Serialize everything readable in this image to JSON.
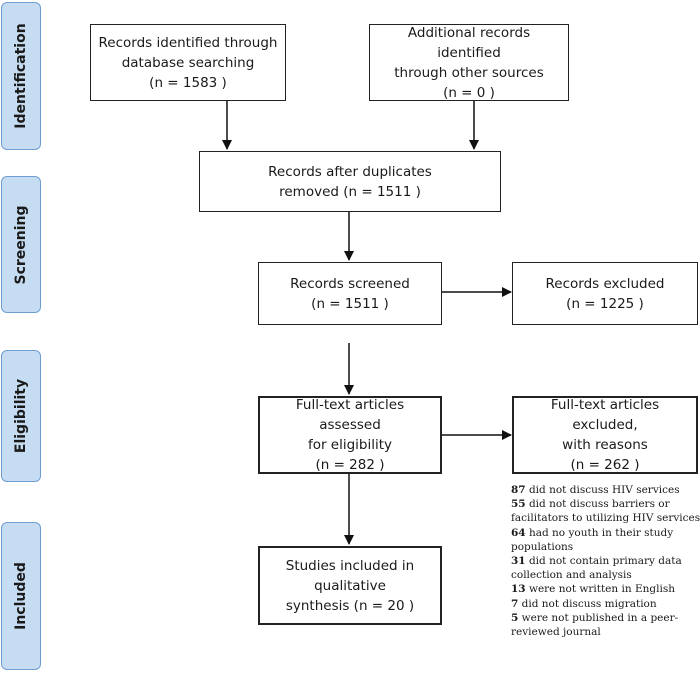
{
  "phases": {
    "identification": "Identification",
    "screening": "Screening",
    "eligibility": "Eligibility",
    "included": "Included"
  },
  "boxes": {
    "database": {
      "line1": "Records identified through",
      "line2": "database searching",
      "line3": "(n = 1583 )"
    },
    "other": {
      "line1": "Additional records identified",
      "line2": "through other sources",
      "line3": "(n =  0 )"
    },
    "duplicates": {
      "line1": "Records after duplicates",
      "line2": "removed (n =  1511 )"
    },
    "screened": {
      "line1": "Records screened",
      "line2": "(n =  1511 )"
    },
    "excluded": {
      "line1": "Records excluded",
      "line2": "(n =  1225 )"
    },
    "fulltext": {
      "line1": "Full-text articles assessed",
      "line2": "for eligibility",
      "line3": "(n = 282 )"
    },
    "fulltext_excluded": {
      "line1": "Full-text articles excluded,",
      "line2": "with reasons",
      "line3": "(n =  262 )"
    },
    "included": {
      "line1": "Studies included in",
      "line2": "qualitative",
      "line3": "synthesis (n = 20  )"
    }
  },
  "reasons": [
    {
      "count": "87",
      "text": " did not discuss HIV services"
    },
    {
      "count": "55",
      "text": " did not discuss barriers or facilitators to utilizing HIV services"
    },
    {
      "count": "64",
      "text": " had no youth in their study populations"
    },
    {
      "count": "31",
      "text": " did not contain primary data collection and analysis"
    },
    {
      "count": "13",
      "text": " were not written in English"
    },
    {
      "count": "7",
      "text": " did not discuss migration"
    },
    {
      "count": "5",
      "text": " were not published in a peer-reviewed journal"
    }
  ]
}
